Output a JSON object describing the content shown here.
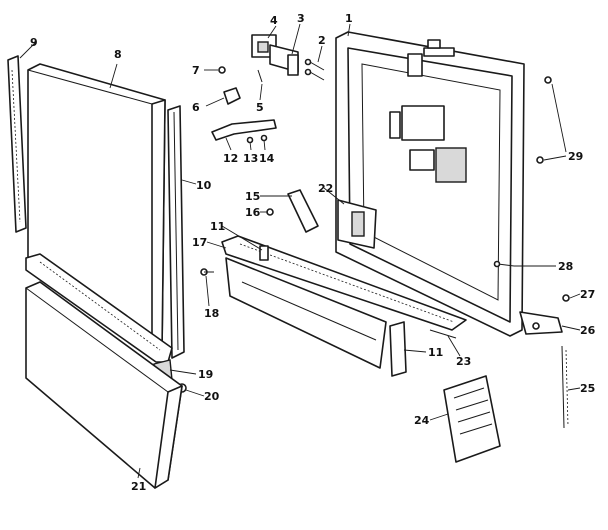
{
  "callouts": {
    "c1": "1",
    "c2": "2",
    "c3": "3",
    "c4": "4",
    "c5": "5",
    "c6": "6",
    "c7": "7",
    "c8": "8",
    "c9": "9",
    "c10": "10",
    "c11a": "11",
    "c11b": "11",
    "c12": "12",
    "c13": "13",
    "c14": "14",
    "c15": "15",
    "c16": "16",
    "c17": "17",
    "c18": "18",
    "c19": "19",
    "c20": "20",
    "c21": "21",
    "c22": "22",
    "c23": "23",
    "c24": "24",
    "c25": "25",
    "c26": "26",
    "c27": "27",
    "c28": "28",
    "c29": "29"
  },
  "colors": {
    "line": "#1a1a1a",
    "background": "#ffffff",
    "shade": "#d9d9d9"
  }
}
